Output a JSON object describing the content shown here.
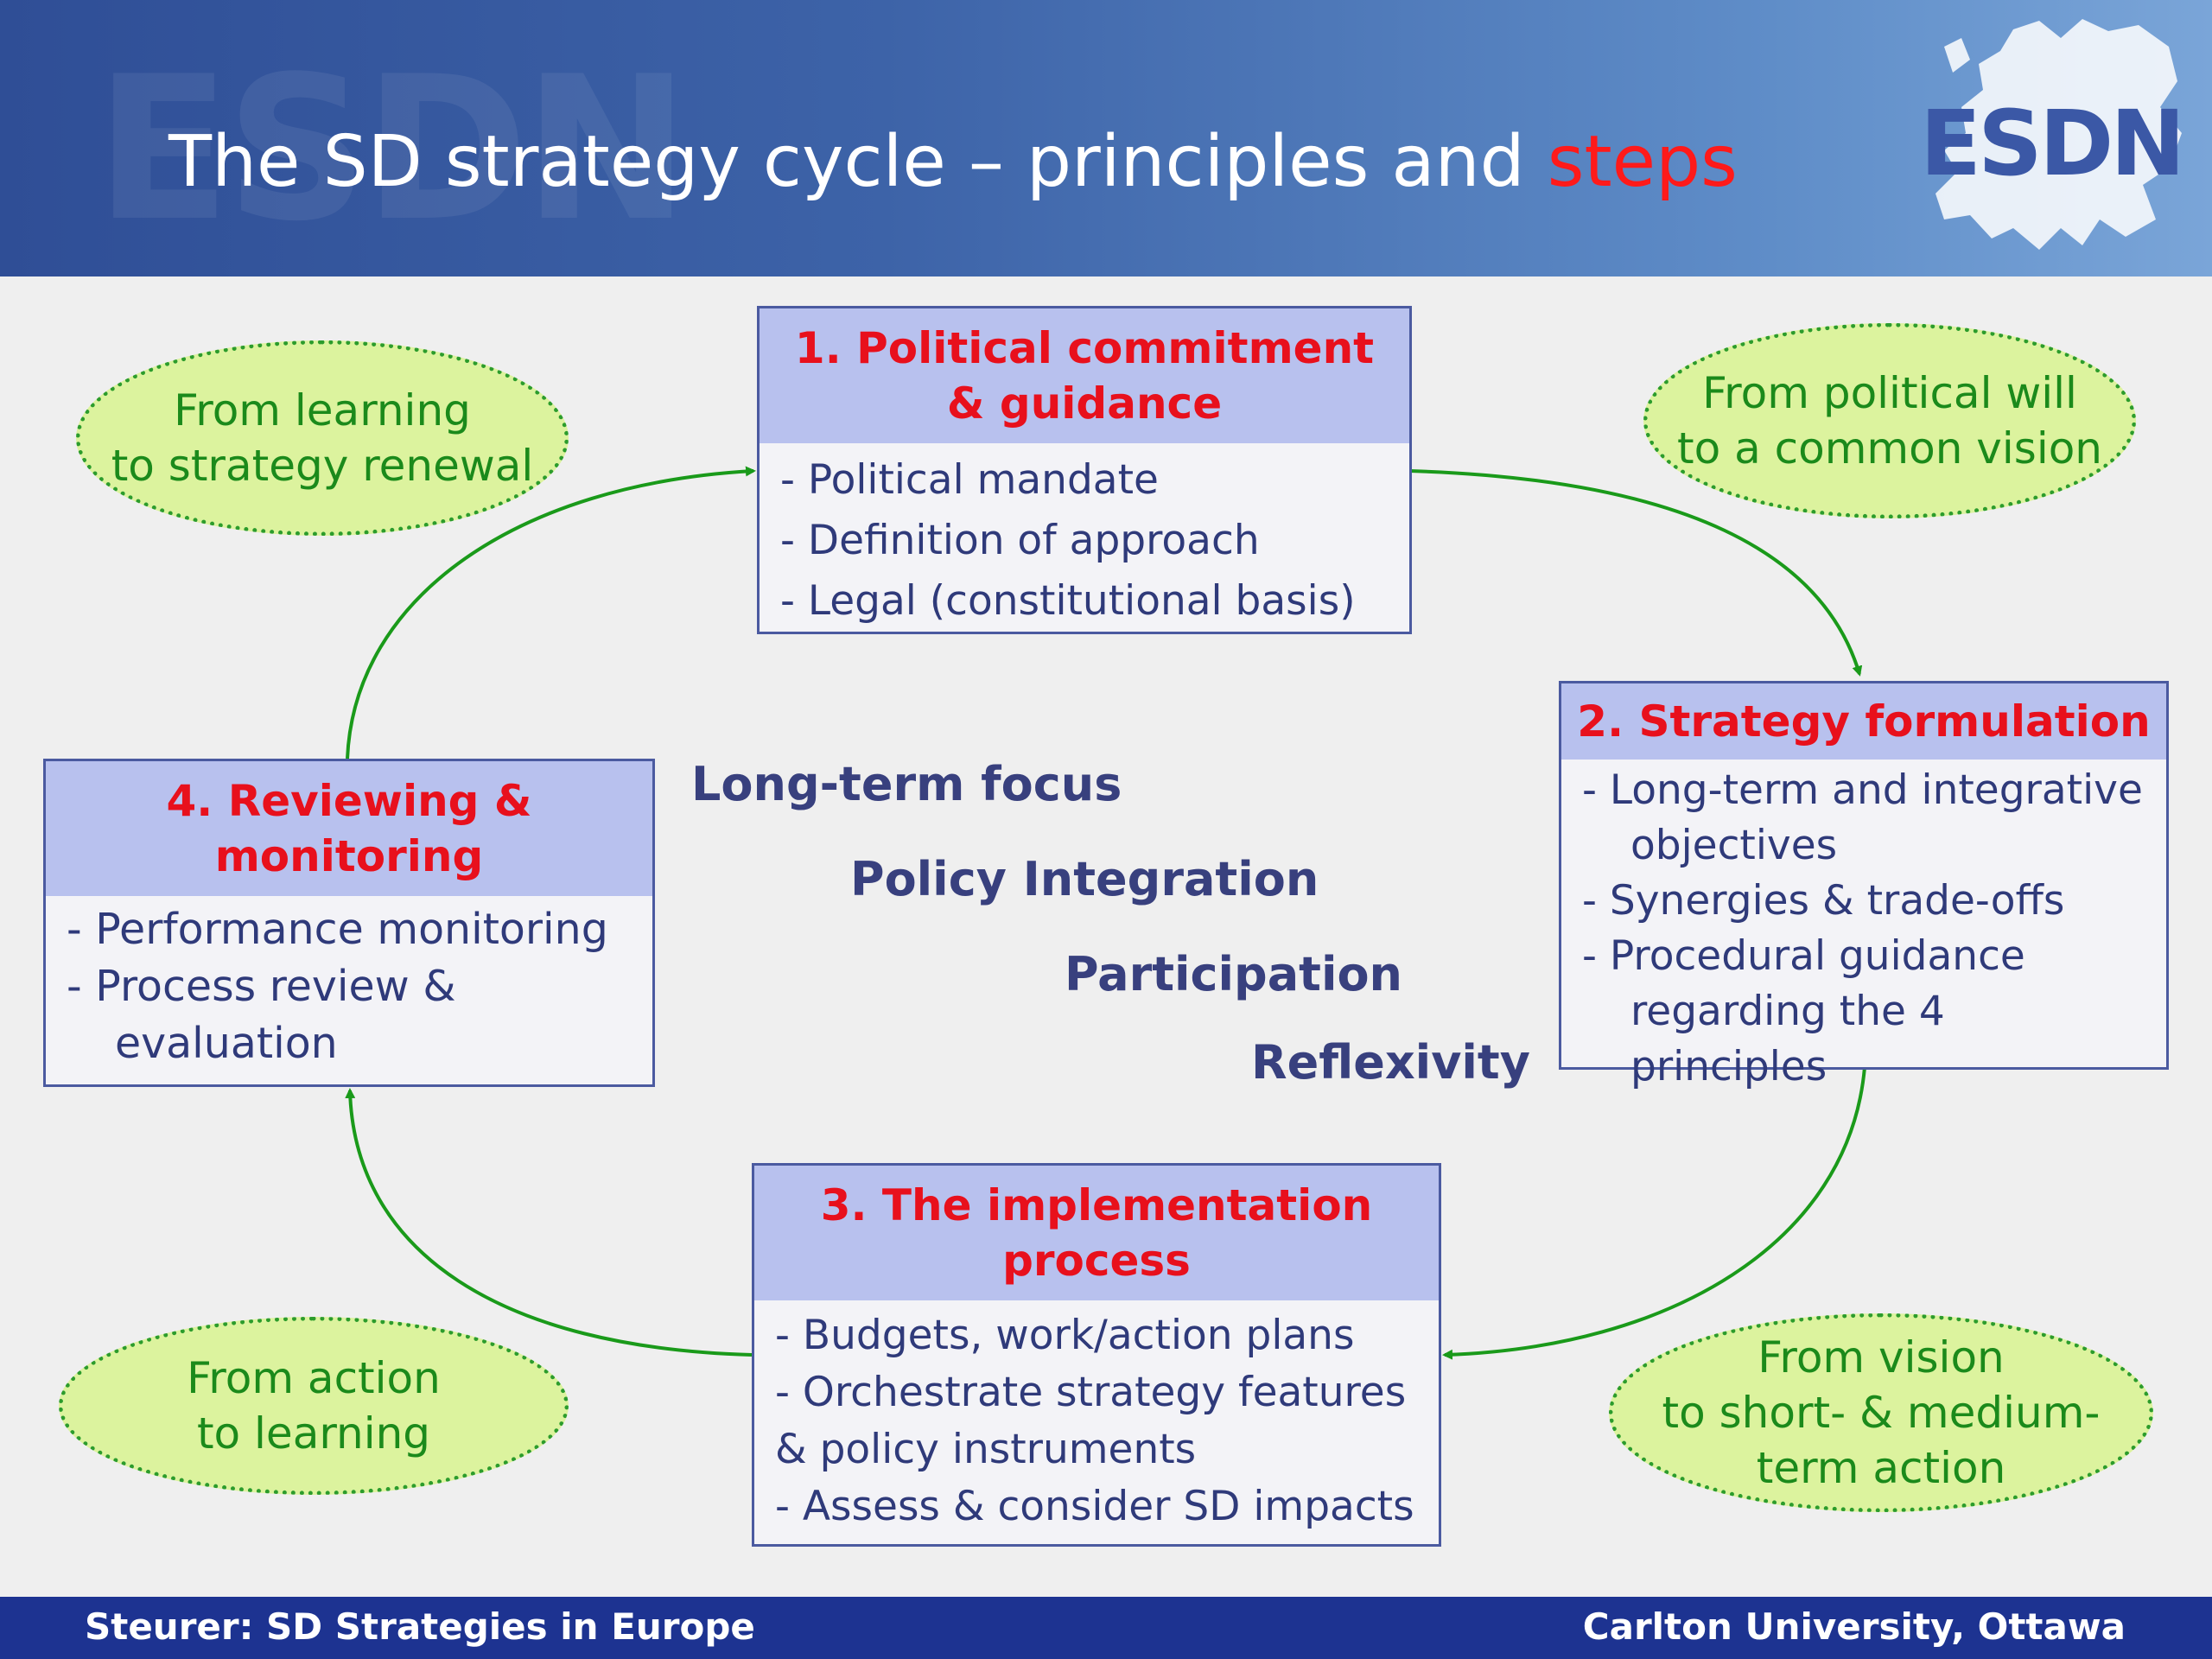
{
  "header": {
    "title_main": "The SD strategy cycle – principles and ",
    "title_accent": "steps",
    "watermark": "ESDN",
    "logo_text": "ESDN"
  },
  "steps": [
    {
      "head": [
        "1.  Political commitment",
        "& guidance"
      ],
      "items": [
        "- Political mandate",
        "- Definition of approach",
        "- Legal (constitutional basis)"
      ]
    },
    {
      "head": [
        "2.  Strategy formulation"
      ],
      "items": [
        "-   Long-term and integrative objectives",
        "-   Synergies & trade-offs",
        "-   Procedural guidance regarding the 4 principles"
      ]
    },
    {
      "head": [
        "3.  The implementation",
        "process"
      ],
      "items": [
        "- Budgets, work/action plans",
        "- Orchestrate strategy features",
        "& policy instruments",
        "- Assess & consider SD impacts"
      ]
    },
    {
      "head": [
        "4.  Reviewing &",
        "monitoring"
      ],
      "items": [
        "- Performance monitoring",
        "- Process review & evaluation"
      ]
    }
  ],
  "transitions": {
    "top_left": [
      "From learning",
      "to strategy renewal"
    ],
    "top_right": [
      "From political will",
      "to a common vision"
    ],
    "bottom_left": [
      "From action",
      "to learning"
    ],
    "bottom_right": [
      "From vision",
      "to short- & medium-",
      "term action"
    ]
  },
  "principles": [
    "Long-term focus",
    "Policy Integration",
    "Participation",
    "Reflexivity"
  ],
  "footer": {
    "left": "Steurer: SD Strategies in Europe",
    "right": "Carlton University, Ottawa"
  },
  "colors": {
    "accent": "#e8101c",
    "box_head": "#b8c1ee",
    "arrow": "#1a9a1a",
    "ellipse_fill": "#dcf39e",
    "footer": "#1d3391"
  }
}
